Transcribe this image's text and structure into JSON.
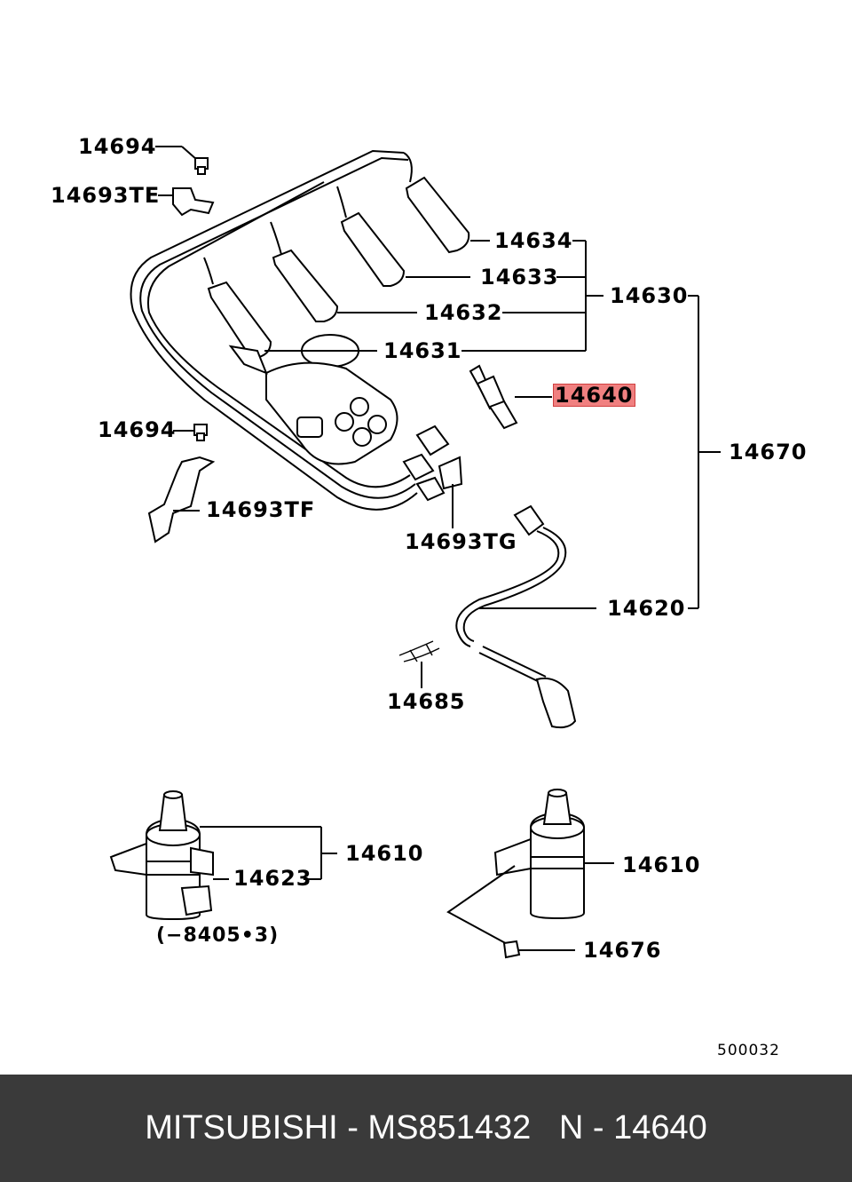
{
  "labels": {
    "p14694_top": "14694",
    "p14693te": "14693TE",
    "p14634": "14634",
    "p14633": "14633",
    "p14632": "14632",
    "p14631": "14631",
    "p14630": "14630",
    "p14640": "14640",
    "p14694_mid": "14694",
    "p14670": "14670",
    "p14693tf": "14693TF",
    "p14693tg": "14693TG",
    "p14620": "14620",
    "p14685": "14685",
    "p14610_left": "14610",
    "p14623": "14623",
    "date_note": "(−8405•3)",
    "p14610_right": "14610",
    "p14676": "14676",
    "diagram_code": "500032"
  },
  "highlight": {
    "part": "14640",
    "color": "#f08080"
  },
  "footer": {
    "text": "MITSUBISHI - MS851432   N - 14640",
    "background": "#3a3a3a"
  }
}
